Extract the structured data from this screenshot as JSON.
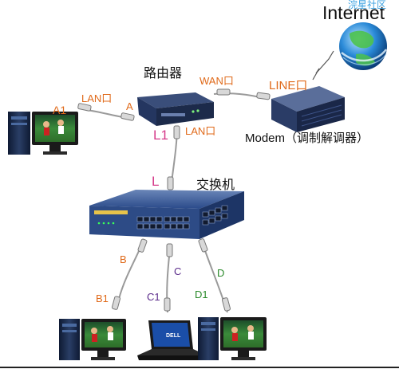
{
  "labels": {
    "internet": "Internet",
    "watermark": "浣星社区",
    "router": "路由器",
    "wan_port": "WAN口",
    "line_port": "LINE口",
    "modem": "Modem（调制解调器）",
    "lan_left": "LAN口",
    "lan_router": "LAN口",
    "a1": "A1",
    "a": "A",
    "l1": "L1",
    "l": "L",
    "switch": "交换机",
    "b": "B",
    "c": "C",
    "d": "D",
    "b1": "B1",
    "c1": "C1",
    "d1": "D1"
  },
  "colors": {
    "orange": "#e06a1a",
    "pink": "#d63a8a",
    "purple": "#5a2a8a",
    "green": "#2a8a2a",
    "device_dark": "#1c2a4a",
    "switch_blue": "#2a4a8a"
  },
  "icons": [
    "globe-icon",
    "router-icon",
    "modem-icon",
    "switch-icon",
    "desktop-pc-icon",
    "laptop-icon",
    "network-cable-icon"
  ]
}
